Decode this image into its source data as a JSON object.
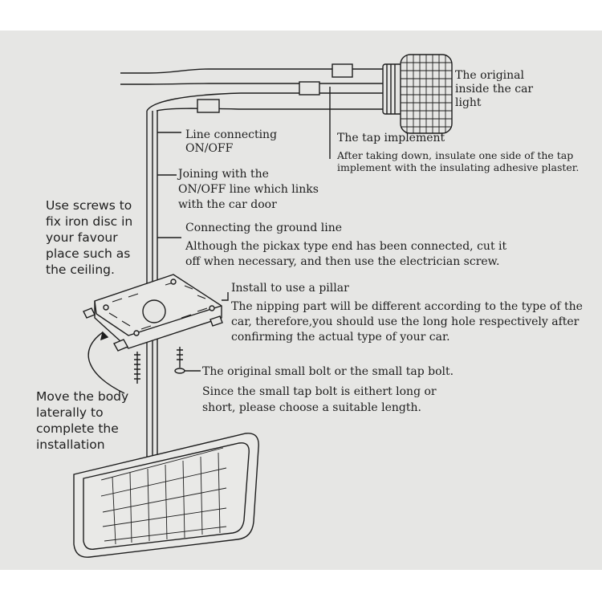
{
  "labels": {
    "original_light": [
      "The original",
      "inside the car",
      "light"
    ],
    "tap_implement_title": "The tap implement",
    "tap_implement_note": [
      "After taking down, insulate one side of the tap",
      "implement with the insulating adhesive plaster."
    ],
    "line_onoff": [
      "Line connecting",
      "ON/OFF"
    ],
    "joining": [
      "Joining with the",
      "ON/OFF line which links",
      "with the car door"
    ],
    "ground_title": "Connecting the ground line",
    "ground_note": [
      "Although the pickax type end has been connected, cut it",
      "off when necessary, and then use the electrician screw."
    ],
    "screws": [
      "Use screws to",
      "fix iron disc in",
      "your favour",
      "place such as",
      "the ceiling."
    ],
    "pillar_title": "Install to use a pillar",
    "pillar_note": [
      "The nipping part will be different according to the type of the",
      "car, therefore,you should use the long hole  respectively after",
      "confirming the actual type of your car."
    ],
    "bolt_title": "The original small bolt or the small tap bolt.",
    "bolt_note": [
      "Since  the small tap bolt is eithert long or",
      "short, please choose a  suitable length."
    ],
    "move": [
      "Move the body",
      "laterally to",
      "complete the",
      "installation"
    ]
  },
  "colors": {
    "sheet": "#e6e6e4",
    "ink": "#1d1d1d"
  }
}
